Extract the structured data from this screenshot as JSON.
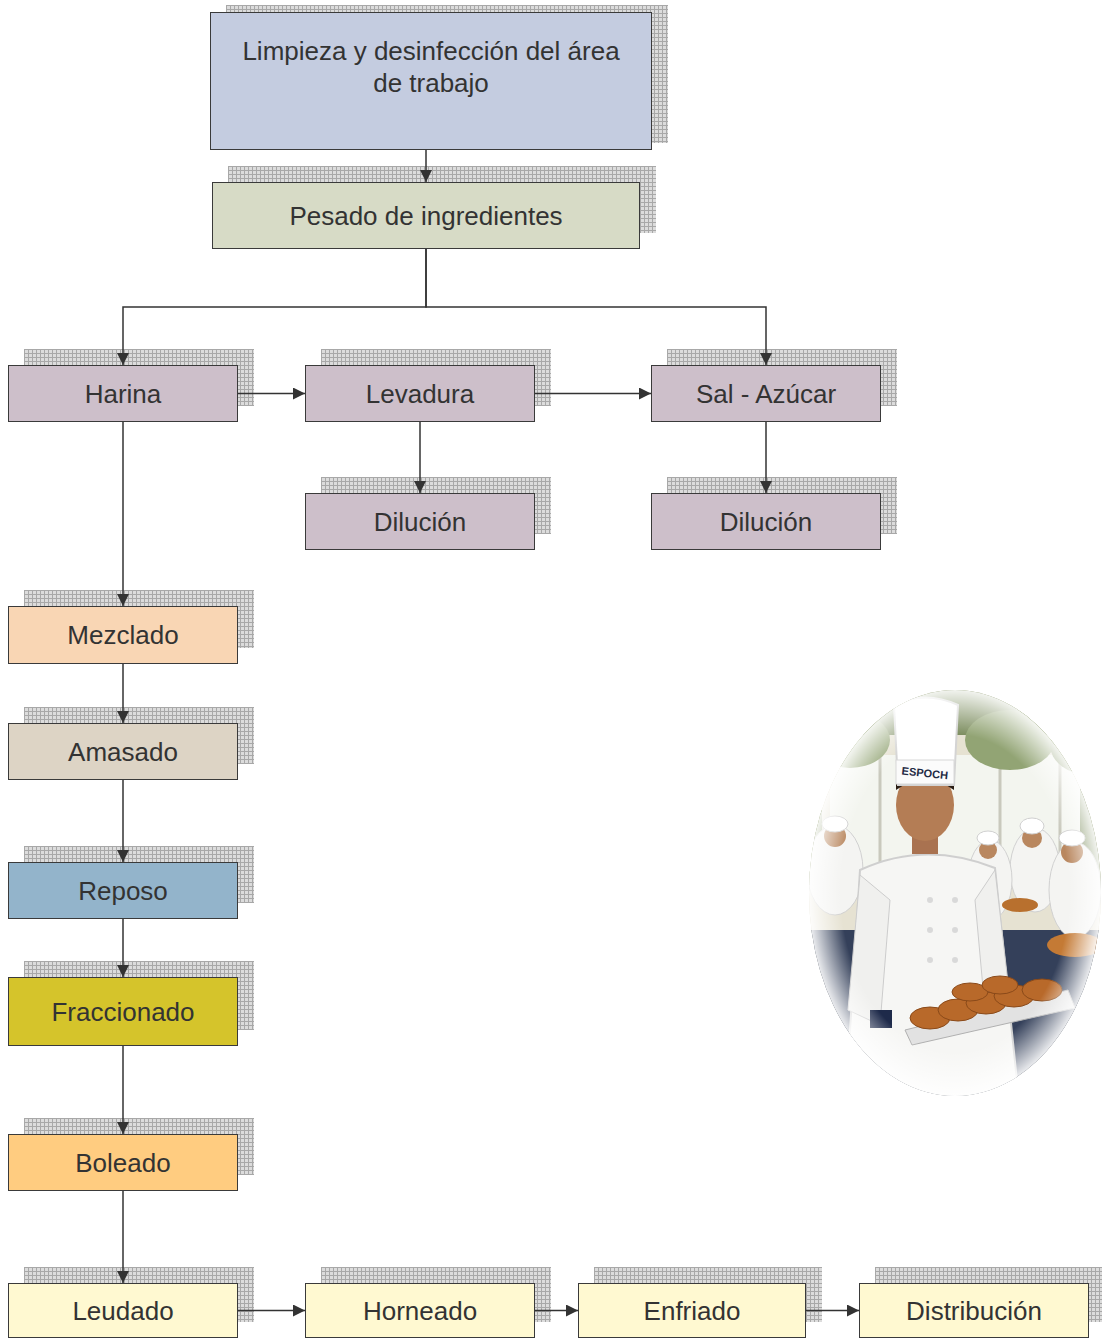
{
  "diagram": {
    "nodes": [
      {
        "text": [
          "Limpieza y desinfección del área de trabajo"
        ]
      },
      {
        "text": [
          "Pesado de ingredientes"
        ]
      },
      {
        "text": [
          "Harina"
        ]
      },
      {
        "text": [
          "Levadura"
        ]
      },
      {
        "text": [
          "Sal - Azúcar"
        ]
      },
      {
        "text": [
          "Dilución"
        ]
      },
      {
        "text": [
          "Dilución"
        ]
      },
      {
        "text": [
          "Mezclado"
        ]
      },
      {
        "text": [
          "Amasado"
        ]
      },
      {
        "text": [
          "Reposo"
        ]
      },
      {
        "text": [
          "Fraccionado"
        ]
      },
      {
        "text": [
          "Boleado"
        ]
      },
      {
        "text": [
          "Leudado"
        ]
      },
      {
        "text": [
          "Horneado"
        ]
      },
      {
        "text": [
          "Enfriado"
        ]
      },
      {
        "text": [
          "Distribución"
        ]
      }
    ],
    "edges": [
      {
        "from": 0,
        "to": 1,
        "arrow": "to"
      },
      {
        "from": 1,
        "to": 2,
        "arrow": "to"
      },
      {
        "from": 1,
        "to": 4,
        "arrow": "to"
      },
      {
        "from": 2,
        "to": 3,
        "arrow": "to"
      },
      {
        "from": 3,
        "to": 4,
        "arrow": "to"
      },
      {
        "from": 3,
        "to": 5,
        "arrow": "to"
      },
      {
        "from": 4,
        "to": 6,
        "arrow": "to"
      },
      {
        "from": 2,
        "to": 7,
        "arrow": "to"
      },
      {
        "from": 7,
        "to": 8,
        "arrow": "to"
      },
      {
        "from": 8,
        "to": 9,
        "arrow": "to"
      },
      {
        "from": 9,
        "to": 10,
        "arrow": "to"
      },
      {
        "from": 10,
        "to": 11,
        "arrow": "to"
      },
      {
        "from": 11,
        "to": 12,
        "arrow": "to"
      },
      {
        "from": 12,
        "to": 13,
        "arrow": "to"
      },
      {
        "from": 13,
        "to": 14,
        "arrow": "to"
      },
      {
        "from": 14,
        "to": 15,
        "arrow": "to"
      }
    ],
    "labels": [
      "ESPOCH"
    ]
  }
}
